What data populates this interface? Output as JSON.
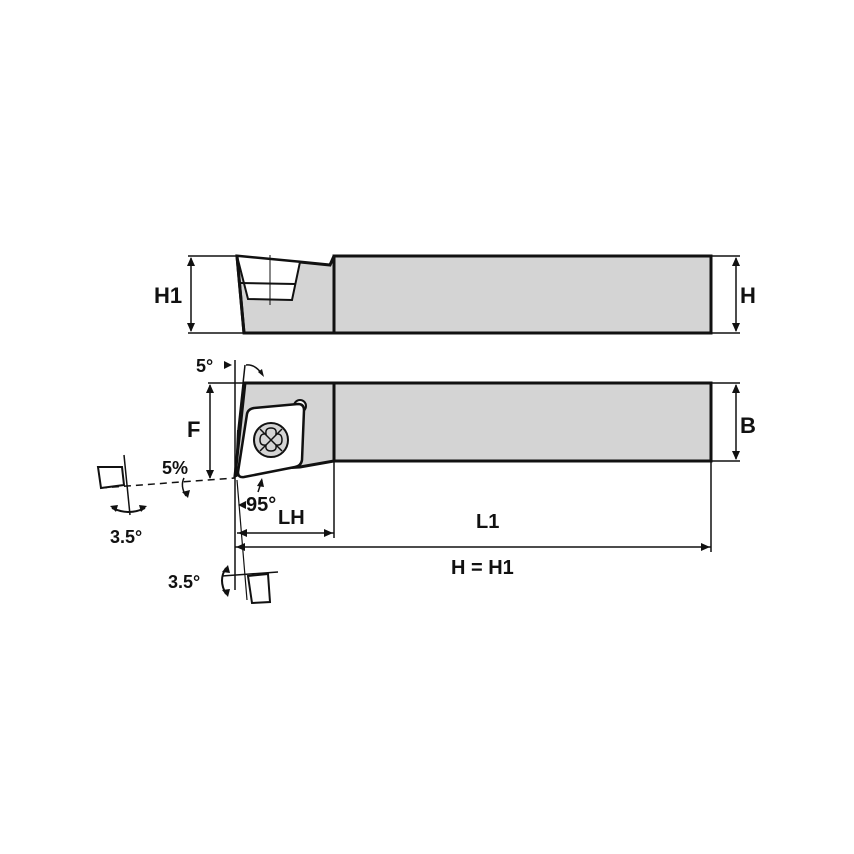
{
  "diagram": {
    "type": "technical drawing",
    "subject": "turning tool holder with square insert, side and top views",
    "colors": {
      "body_fill": "#d4d4d4",
      "stroke": "#111111",
      "background": "#ffffff"
    },
    "side_view": {
      "left_label": "H1",
      "right_label": "H"
    },
    "top_view": {
      "height_label": "F",
      "width_label": "B",
      "clearance_angle_top": "5°",
      "clearance_angle_left": "5%",
      "lead_angle": "95°",
      "inclination_left": "3.5°",
      "inclination_bottom": "3.5°"
    },
    "dimensions": {
      "head_length": "LH",
      "total_length": "L1",
      "bottom_note": "H = H1"
    }
  }
}
